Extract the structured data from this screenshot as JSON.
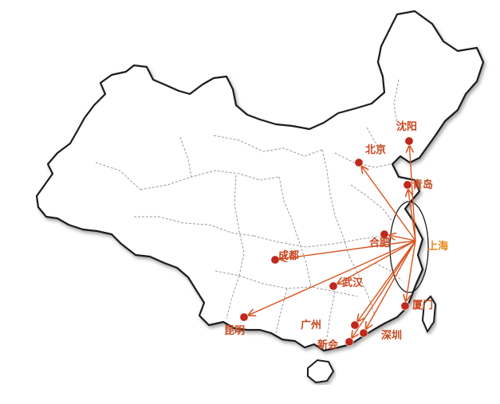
{
  "colors": {
    "route": "#d9531e",
    "dot": "#c0281c",
    "label": "#c8461e",
    "hub_label": "#e88a1a",
    "outline": "#1a1a1a",
    "ellipse": "#1a1a1a"
  },
  "hub": {
    "name": "上海"
  },
  "cities": [
    {
      "id": "shenyang",
      "name": "沈阳"
    },
    {
      "id": "beijing",
      "name": "北京"
    },
    {
      "id": "qingdao",
      "name": "青岛"
    },
    {
      "id": "hefei",
      "name": "合肥"
    },
    {
      "id": "chengdu",
      "name": "成都"
    },
    {
      "id": "wuhan",
      "name": "武汉"
    },
    {
      "id": "xiamen",
      "name": "厦门"
    },
    {
      "id": "kunming",
      "name": "昆明"
    },
    {
      "id": "guangzhou",
      "name": "广州"
    },
    {
      "id": "shenzhen",
      "name": "深圳"
    },
    {
      "id": "xinhui",
      "name": "新会"
    }
  ],
  "routes_to": [
    "shenyang",
    "beijing",
    "qingdao",
    "hefei",
    "chengdu",
    "wuhan",
    "xiamen",
    "kunming",
    "guangzhou",
    "shenzhen",
    "xinhui"
  ]
}
